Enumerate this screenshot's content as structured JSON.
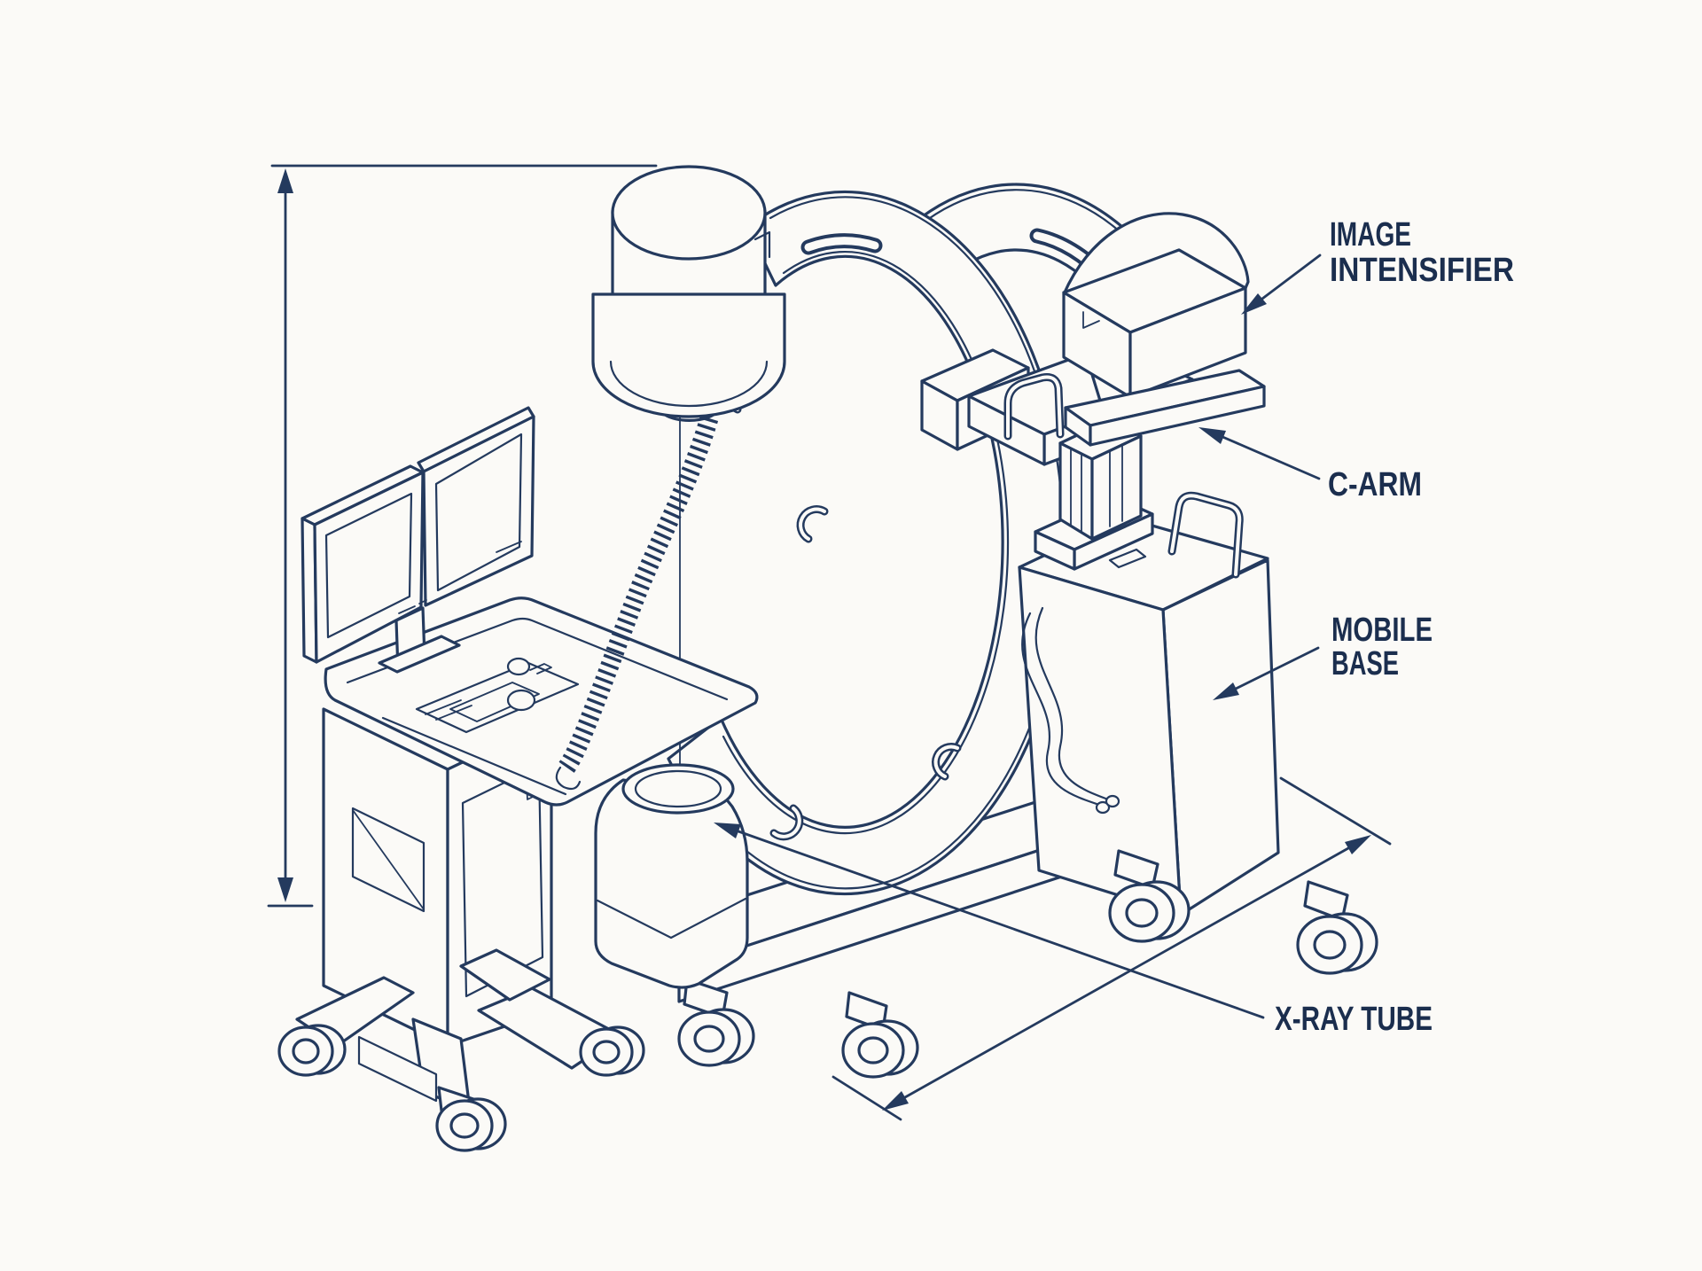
{
  "meta": {
    "title": "Mobile C-arm X-ray system — labelled technical line diagram",
    "diagram_type": "isometric outline illustration with callout labels and dimension lines"
  },
  "style": {
    "ink_color": "#243a5e",
    "text_color": "#1b2e4e",
    "background_color": "#fbfaf7"
  },
  "labels": {
    "image_intensifier": {
      "line1": "IMAGE",
      "line2": "INTENSIFIER"
    },
    "c_arm": {
      "text": "C-ARM"
    },
    "mobile_base": {
      "line1": "MOBILE",
      "line2": "BASE"
    },
    "x_ray_tube": {
      "text": "X-RAY TUBE"
    }
  },
  "components": [
    "monitor-cart",
    "dual-monitors",
    "control-console",
    "coiled-cable",
    "lift-cylinder",
    "c-arm-arc",
    "image-intensifier",
    "x-ray-tube",
    "cross-arm",
    "lift-column",
    "mobile-base",
    "base-platform",
    "casters"
  ],
  "annotations": {
    "vertical_dimension": "overall machine height (double-headed vertical arrow, left side)",
    "diagonal_dimension": "base footprint depth (double-headed diagonal arrow, bottom right)"
  }
}
